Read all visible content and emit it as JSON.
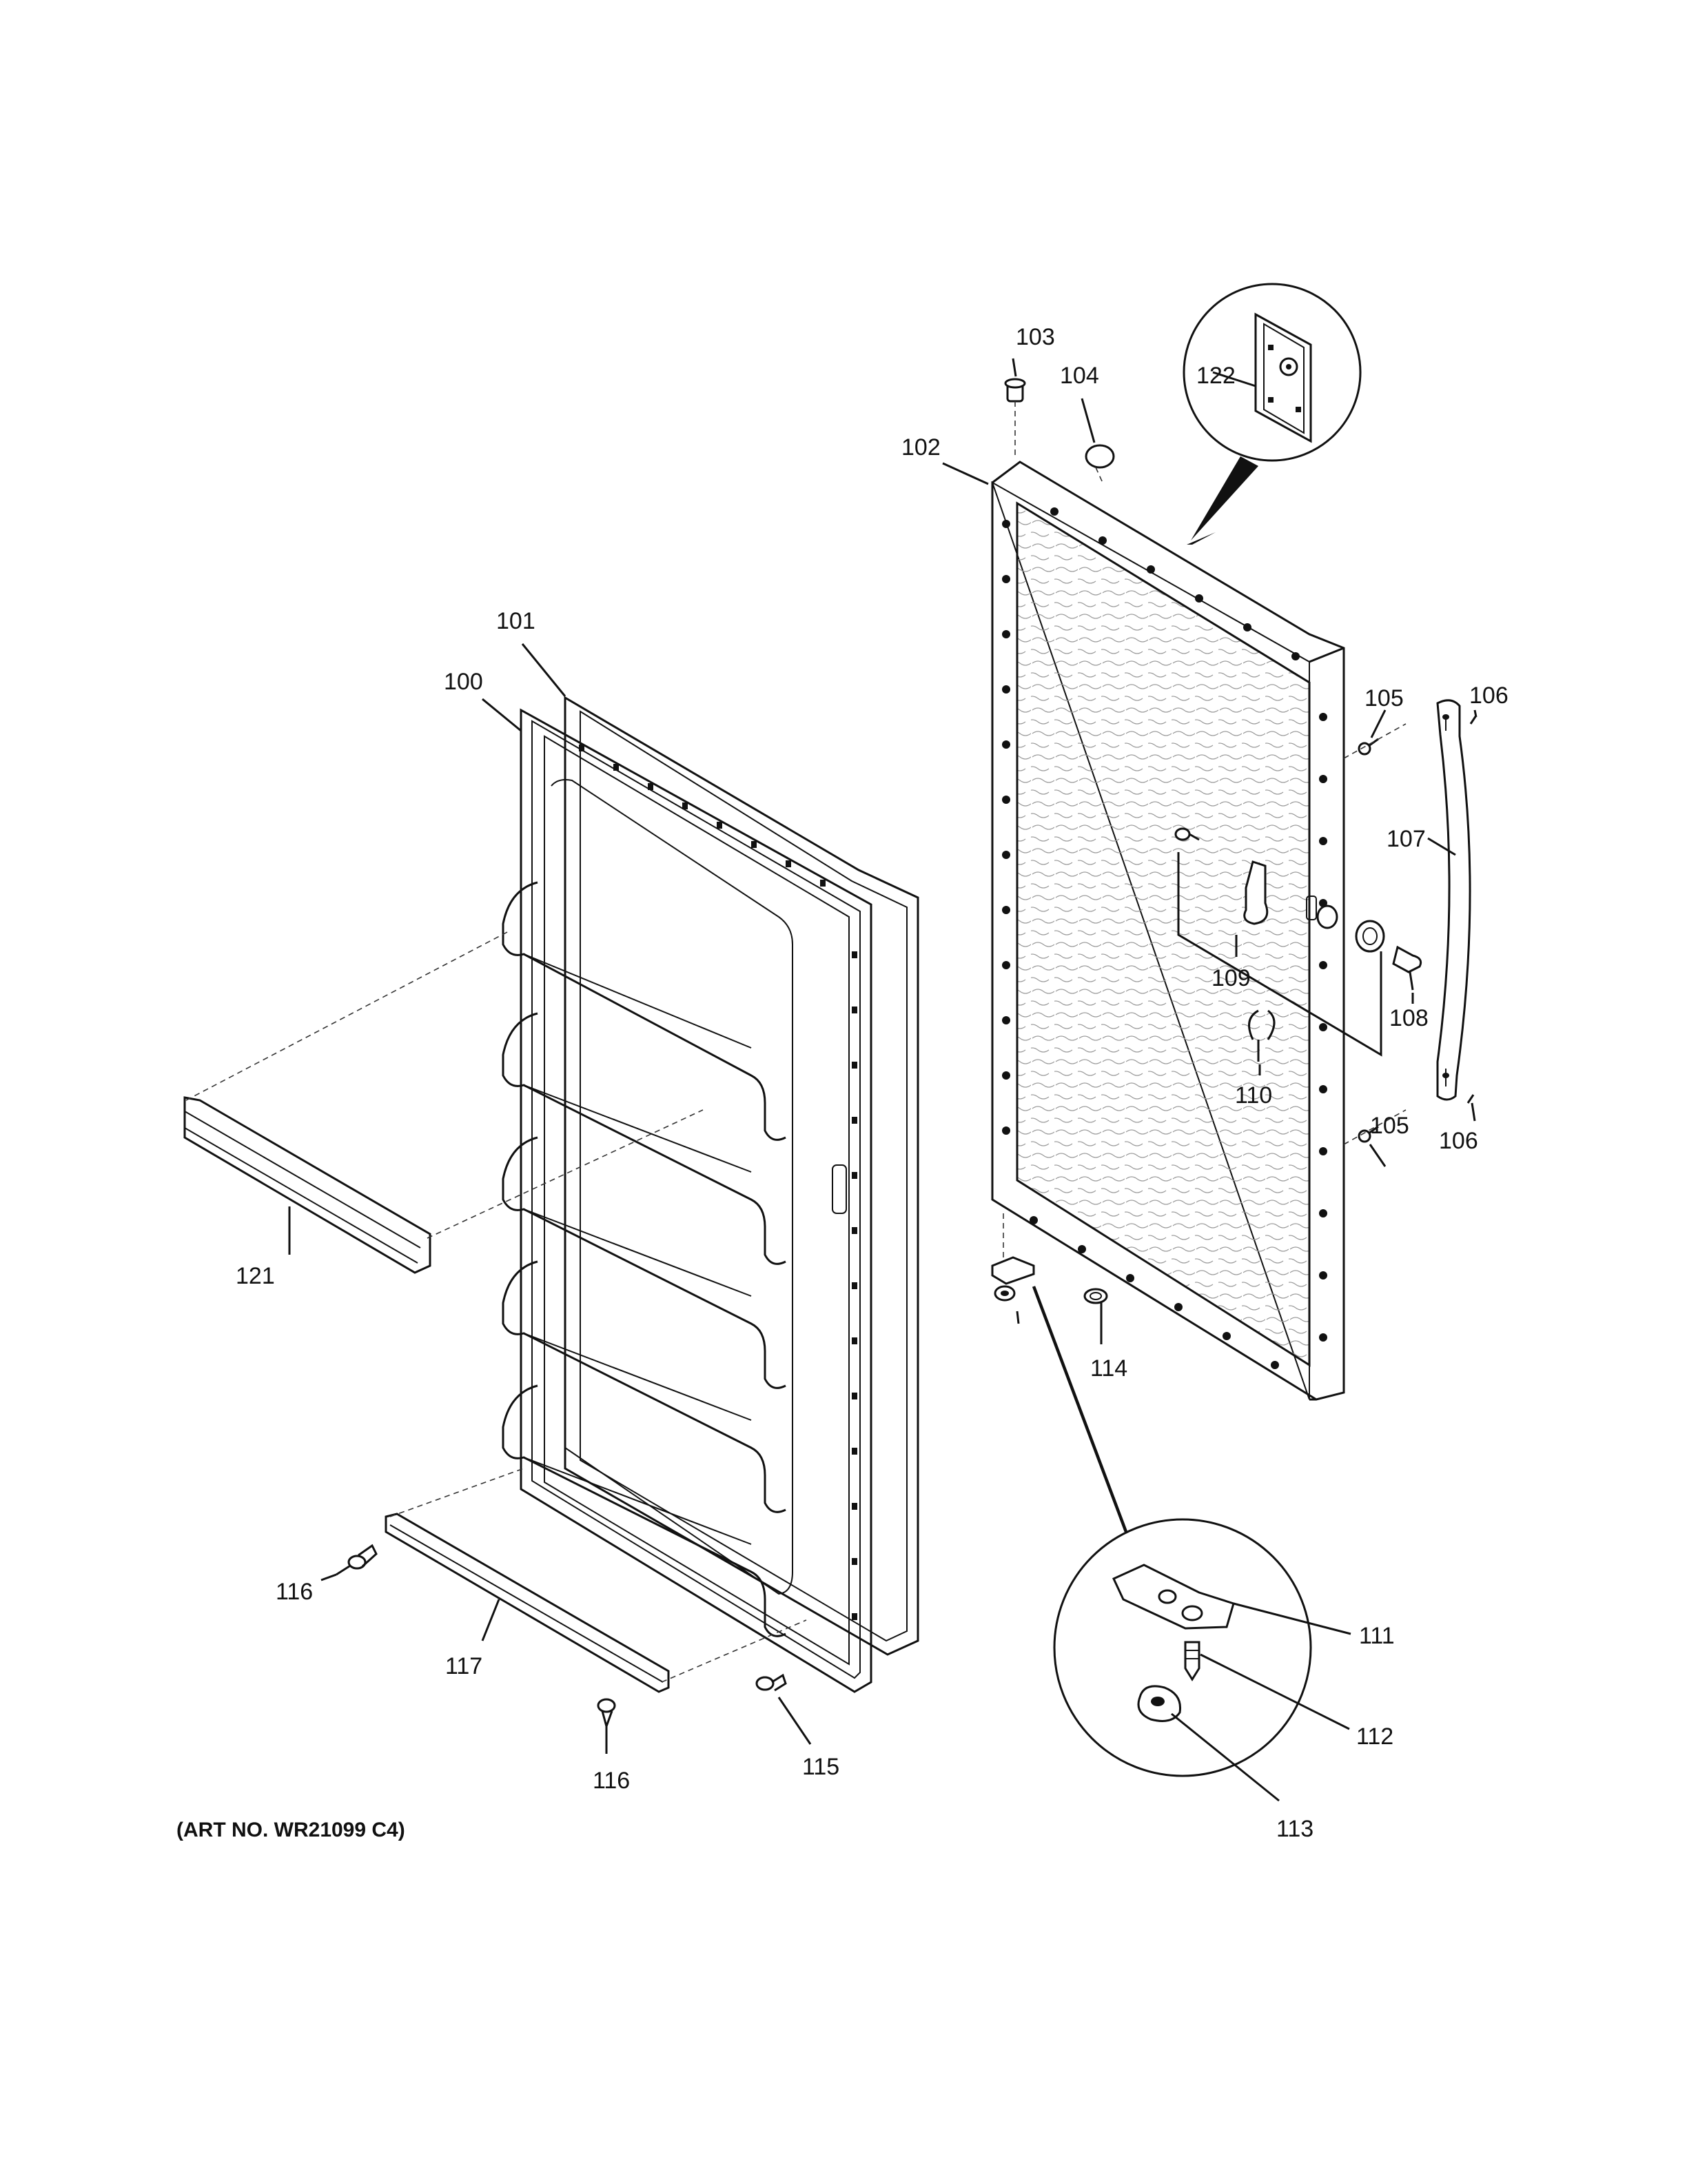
{
  "labels": {
    "l100": "100",
    "l101": "101",
    "l102": "102",
    "l103": "103",
    "l104": "104",
    "l105a": "105",
    "l105b": "105",
    "l106a": "106",
    "l106b": "106",
    "l107": "107",
    "l108": "108",
    "l109": "109",
    "l110": "110",
    "l111": "111",
    "l112": "112",
    "l113": "113",
    "l114": "114",
    "l115": "115",
    "l116a": "116",
    "l116b": "116",
    "l117": "117",
    "l121": "121",
    "l122": "122"
  },
  "art_number": "(ART NO. WR21099 C4)"
}
